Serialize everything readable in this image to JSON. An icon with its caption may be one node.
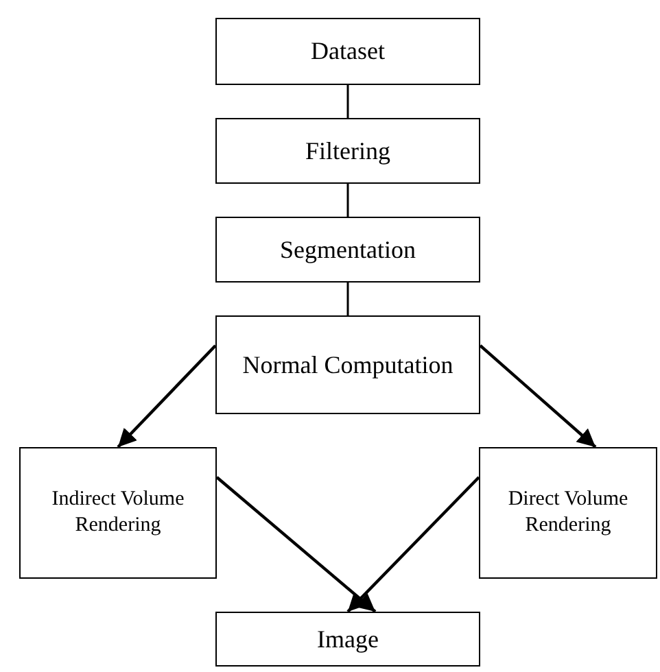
{
  "diagram": {
    "nodes": [
      {
        "text": [
          "Dataset"
        ]
      },
      {
        "text": [
          "Filtering"
        ]
      },
      {
        "text": [
          "Segmentation"
        ]
      },
      {
        "text": [
          "Normal Computation"
        ]
      },
      {
        "text": [
          "Indirect Volume Rendering"
        ]
      },
      {
        "text": [
          "Direct Volume Rendering"
        ]
      },
      {
        "text": [
          "Image"
        ]
      }
    ],
    "edges": [
      {
        "from": 0,
        "to": 1,
        "arrow": "none"
      },
      {
        "from": 1,
        "to": 2,
        "arrow": "none"
      },
      {
        "from": 2,
        "to": 3,
        "arrow": "none"
      },
      {
        "from": 3,
        "to": 4,
        "arrow": "to"
      },
      {
        "from": 3,
        "to": 5,
        "arrow": "to"
      },
      {
        "from": 4,
        "to": 6,
        "arrow": "to"
      },
      {
        "from": 5,
        "to": 6,
        "arrow": "to"
      }
    ]
  }
}
